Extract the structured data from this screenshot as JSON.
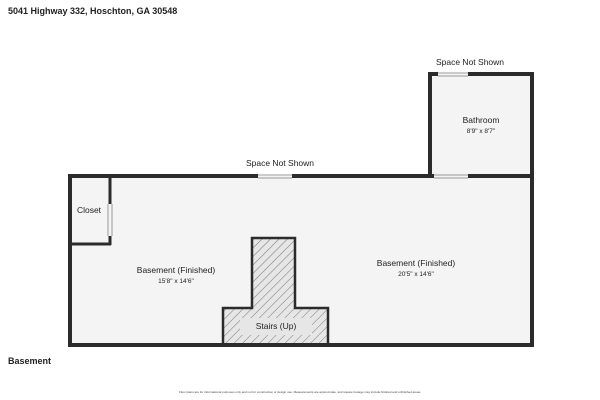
{
  "header": {
    "address": "5041 Highway 332, Hoschton, GA 30548"
  },
  "floor": {
    "name": "Basement"
  },
  "footer": {
    "disclaimer": "Floor plans are for informational purposes only and not for construction or design use. Measurements are approximate, and square footage may include finished and unfinished areas."
  },
  "labels": {
    "space_not_shown_top": "Space Not Shown",
    "space_not_shown_middle": "Space Not Shown"
  },
  "rooms": {
    "bathroom": {
      "name": "Bathroom",
      "dims": "8'9\" x 8'7\""
    },
    "closet": {
      "name": "Closet"
    },
    "basement_left": {
      "name": "Basement (Finished)",
      "dims": "15'8\" x 14'6\""
    },
    "basement_right": {
      "name": "Basement (Finished)",
      "dims": "20'5\" x 14'6\""
    },
    "stairs": {
      "name": "Stairs (Up)"
    }
  },
  "colors": {
    "wall": "#2b2b2b",
    "floor_fill": "#f4f4f4",
    "hatch": "#777777",
    "stairs_fill": "#e6e6e6"
  }
}
